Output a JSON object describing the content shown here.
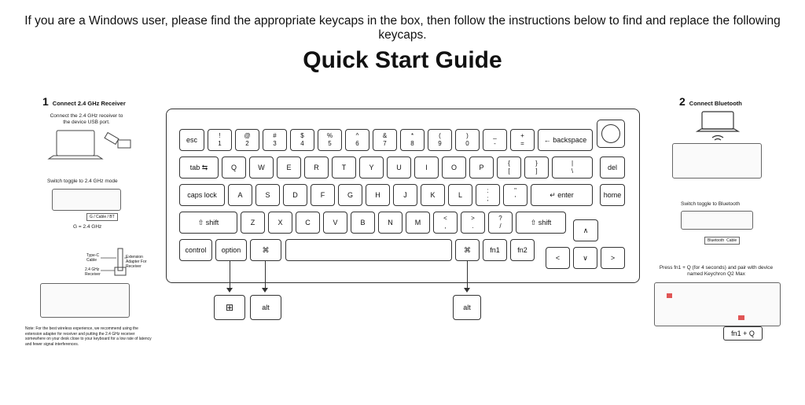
{
  "intro": "If you are a Windows user, please find the appropriate keycaps in the box, then follow the instructions below to find and replace the following keycaps.",
  "title": "Quick Start Guide",
  "step1": {
    "number": "1",
    "label": "Connect 2.4 GHz Receiver",
    "instruction1": "Connect the 2.4 GHz receiver to the device USB port.",
    "instruction2": "Switch toggle to 2.4 GHz mode",
    "toggle_label": "G / Cable / BT",
    "g_note": "G = 2.4 GHz",
    "cable_label": "Type-C Cable",
    "receiver_label": "2.4 GHz Receiver",
    "adapter_label": "Extension Adapter For Receiver",
    "note": "Note: For the best wireless experience, we recommend using the extension adapter for receiver and putting the 2.4 GHz receiver somewhere on your desk close to your keyboard for a low rate of latency and fewer signal interferences."
  },
  "step2": {
    "number": "2",
    "label": "Connect Bluetooth",
    "instruction1": "Switch toggle to Bluetooth",
    "toggle_label": "Bluetooth",
    "toggle_label2": "Cable",
    "instruction2": "Press fn1 + Q (for 4 seconds) and pair with device named Keychron Q2 Max",
    "combo": "fn1  +  Q"
  },
  "keys": {
    "esc": "esc",
    "k1t": "!",
    "k1b": "1",
    "k2t": "@",
    "k2b": "2",
    "k3t": "#",
    "k3b": "3",
    "k4t": "$",
    "k4b": "4",
    "k5t": "%",
    "k5b": "5",
    "k6t": "^",
    "k6b": "6",
    "k7t": "&",
    "k7b": "7",
    "k8t": "*",
    "k8b": "8",
    "k9t": "(",
    "k9b": "9",
    "k0t": ")",
    "k0b": "0",
    "kmt": "_",
    "kmb": "-",
    "ket": "+",
    "keb": "=",
    "backspace": "← backspace",
    "tab": "tab ⇆",
    "q": "Q",
    "w": "W",
    "e": "E",
    "r": "R",
    "t": "T",
    "y": "Y",
    "u": "U",
    "i": "I",
    "o": "O",
    "p": "P",
    "lbt": "{",
    "lbb": "[",
    "rbt": "}",
    "rbb": "]",
    "bst": "|",
    "bsb": "\\",
    "del": "del",
    "caps": "caps lock",
    "a": "A",
    "s": "S",
    "d": "D",
    "f": "F",
    "g": "G",
    "h": "H",
    "j": "J",
    "k": "K",
    "l": "L",
    "sct": ":",
    "scb": ";",
    "qtt": "\"",
    "qtb": "'",
    "enter": "↵ enter",
    "home": "home",
    "lshift": "⇧ shift",
    "z": "Z",
    "x": "X",
    "c": "C",
    "v": "V",
    "b": "B",
    "n": "N",
    "m": "M",
    "cmt": "<",
    "cmb": ",",
    "pdt": ">",
    "pdb": ".",
    "slt": "?",
    "slb": "/",
    "rshift": "⇧ shift",
    "up": "∧",
    "control": "control",
    "option": "option",
    "cmd": "⌘",
    "rcmd": "⌘",
    "fn1": "fn1",
    "fn2": "fn2",
    "left": "<",
    "down": "∨",
    "right": ">"
  },
  "replacements": {
    "win": "⊞",
    "alt1": "alt",
    "alt2": "alt"
  },
  "colors": {
    "highlight": "#e05555",
    "line": "#333333"
  }
}
